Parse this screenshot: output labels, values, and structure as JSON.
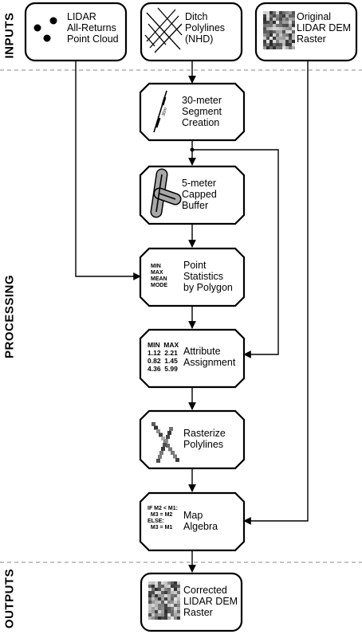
{
  "sections": {
    "inputs": "INPUTS",
    "processing": "PROCESSING",
    "outputs": "OUTPUTS"
  },
  "nodes": {
    "lidar": {
      "label": "LIDAR\nAll-Returns\nPoint Cloud",
      "icon": "point-cloud-icon"
    },
    "ditch": {
      "label": "Ditch\nPolylines\n(NHD)",
      "icon": "polylines-icon"
    },
    "dem": {
      "label": "Original\nLIDAR DEM\nRaster",
      "icon": "raster-icon"
    },
    "segment": {
      "label": "30-meter\nSegment\nCreation",
      "icon": "segment-icon",
      "icon_text": "30m"
    },
    "buffer": {
      "label": "5-meter\nCapped\nBuffer",
      "icon": "buffer-icon"
    },
    "stats": {
      "label": "Point\nStatistics\nby Polygon",
      "icon_text": "MIN\nMAX\nMEAN\nMODE"
    },
    "attr": {
      "label": "Attribute\nAssignment",
      "icon_text": "MIN  MAX\n1.12  2.21\n0.82  1.45\n4.36  5.99"
    },
    "rasterize": {
      "label": "Rasterize\nPolylines",
      "icon": "rasterized-lines-icon"
    },
    "algebra": {
      "label": "Map\nAlgebra",
      "icon_text": "IF M2 < M1:\n  M3 = M2\nELSE:\n  M3 = M1"
    },
    "corrected": {
      "label": "Corrected\nLIDAR DEM\nRaster",
      "icon": "raster-icon"
    }
  },
  "colors": {
    "stroke": "#000000",
    "buffer_fill": "#a8a8a8",
    "divider": "#888888"
  }
}
